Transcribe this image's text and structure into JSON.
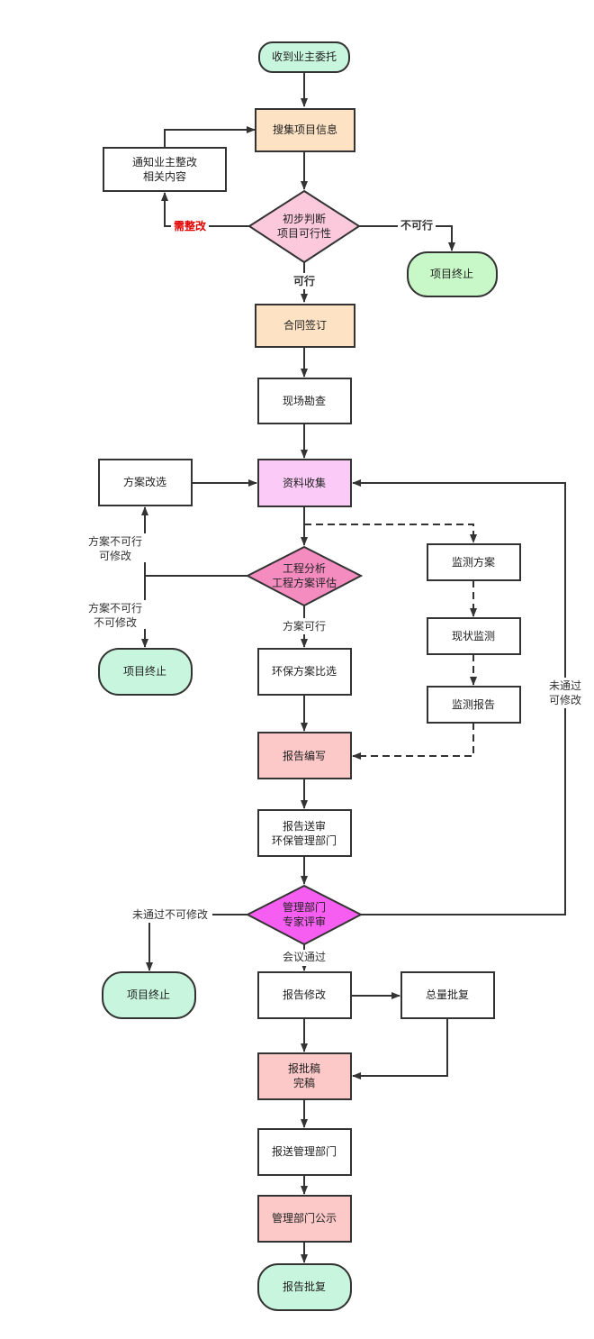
{
  "colors": {
    "stroke": "#333333",
    "green": "#c8f5dd",
    "green_dark": "#c8f8c8",
    "orange": "#fde2c4",
    "pink_light": "#fbc8dc",
    "pink": "#f58cc0",
    "magenta": "#f55ef0",
    "violet_light": "#fccaf7",
    "salmon": "#fcc8c8",
    "white": "#ffffff",
    "red_text": "#e00000"
  },
  "nodes": {
    "start": {
      "lines": [
        "收到业主委托"
      ]
    },
    "collect": {
      "lines": [
        "搜集项目信息"
      ]
    },
    "notify": {
      "lines": [
        "通知业主整改",
        "相关内容"
      ]
    },
    "judge": {
      "lines": [
        "初步判断",
        "项目可行性"
      ]
    },
    "end1": {
      "lines": [
        "项目终止"
      ]
    },
    "contract": {
      "lines": [
        "合同签订"
      ]
    },
    "survey": {
      "lines": [
        "现场勘查"
      ]
    },
    "data": {
      "lines": [
        "资料收集"
      ]
    },
    "alt": {
      "lines": [
        "方案改选"
      ]
    },
    "analysis": {
      "lines": [
        "工程分析",
        "工程方案评估"
      ]
    },
    "end2": {
      "lines": [
        "项目终止"
      ]
    },
    "compare": {
      "lines": [
        "环保方案比选"
      ]
    },
    "monitor_plan": {
      "lines": [
        "监测方案"
      ]
    },
    "monitor_now": {
      "lines": [
        "现状监测"
      ]
    },
    "monitor_report": {
      "lines": [
        "监测报告"
      ]
    },
    "write": {
      "lines": [
        "报告编写"
      ]
    },
    "submit": {
      "lines": [
        "报告送审",
        "环保管理部门"
      ]
    },
    "review": {
      "lines": [
        "管理部门",
        "专家评审"
      ]
    },
    "end3": {
      "lines": [
        "项目终止"
      ]
    },
    "revise": {
      "lines": [
        "报告修改"
      ]
    },
    "total": {
      "lines": [
        "总量批复"
      ]
    },
    "final": {
      "lines": [
        "报批稿",
        "完稿"
      ]
    },
    "send": {
      "lines": [
        "报送管理部门"
      ]
    },
    "publish": {
      "lines": [
        "管理部门公示"
      ]
    },
    "approve": {
      "lines": [
        "报告批复"
      ]
    }
  },
  "edge_labels": {
    "need_fix": "需整改",
    "not_feasible": "不可行",
    "feasible": "可行",
    "alt_modifiable": [
      "方案不可行",
      "可修改"
    ],
    "alt_unmodifiable": [
      "方案不可行",
      "不可修改"
    ],
    "plan_feasible": "方案可行",
    "fail_modifiable": [
      "未通过",
      "可修改"
    ],
    "fail_unmodifiable": "未通过不可修改",
    "meeting_pass": "会议通过"
  }
}
